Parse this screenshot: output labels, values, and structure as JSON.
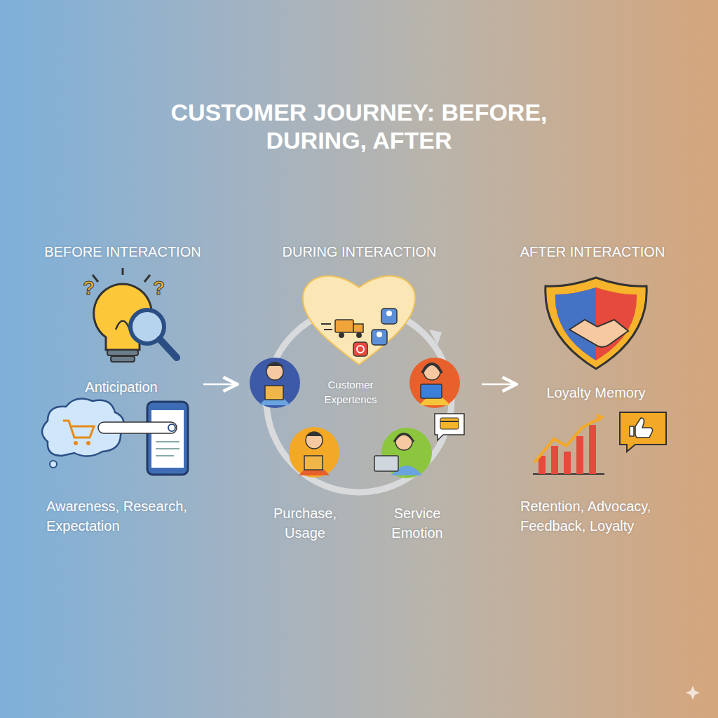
{
  "diagram": {
    "title": "CUSTOMER JOURNEY: BEFORE, DURING, AFTER",
    "nodes": [
      {
        "text": [
          "BEFORE INTERACTION",
          "Anticipation",
          "Awareness, Research, Expectation"
        ]
      },
      {
        "text": [
          "DURING INTERACTION",
          "Customer Expertencs",
          "Purchase, Usage",
          "Service Emotion"
        ]
      },
      {
        "text": [
          "AFTER INTERACTION",
          "Loyalty Memory",
          "Retention, Advocacy, Feedback, Loyalty"
        ]
      }
    ],
    "edges": [
      {
        "from": 0,
        "to": 1,
        "arrow": "to"
      },
      {
        "from": 1,
        "to": 2,
        "arrow": "to"
      }
    ]
  }
}
